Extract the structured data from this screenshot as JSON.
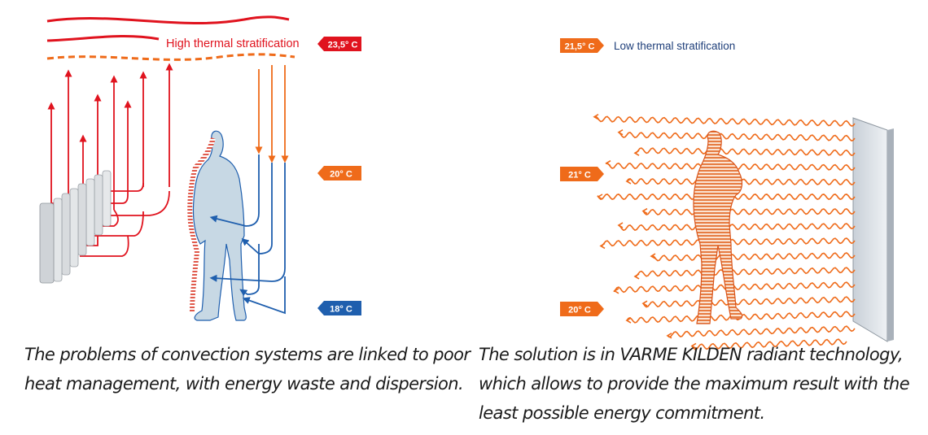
{
  "colors": {
    "red": "#e0131e",
    "orange": "#ef6b1a",
    "blue": "#1f5fae",
    "person_fill": "#c7d8e4",
    "radiator": "#d6d9dc",
    "panel": "#dfe4ea",
    "text_dark": "#1a1a1a",
    "label_blue": "#1f3f7a"
  },
  "left_panel": {
    "stratification_label": "High thermal stratification",
    "temp_top": "23,5° C",
    "temp_mid": "20° C",
    "temp_bottom": "18° C",
    "caption_lines": [
      "The problems of convection systems are linked to poor",
      "heat management, with energy waste and dispersion."
    ]
  },
  "right_panel": {
    "stratification_label": "Low thermal stratification",
    "temp_top": "21,5° C",
    "temp_mid": "21° C",
    "temp_bottom": "20° C",
    "caption_lines": [
      "The solution is in VARME KILDEN radiant technology,",
      "which allows to provide the maximum result with the",
      "least possible energy commitment."
    ]
  }
}
